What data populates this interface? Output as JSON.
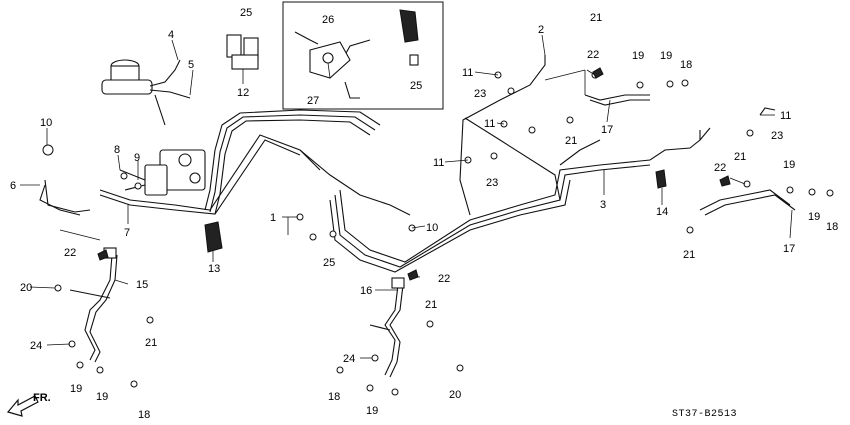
{
  "diagram": {
    "drawing_code": "ST37-B2513",
    "direction_label": "FR.",
    "callouts": [
      "1",
      "2",
      "3",
      "4",
      "5",
      "6",
      "7",
      "8",
      "9",
      "10",
      "10",
      "11",
      "11",
      "11",
      "11",
      "12",
      "13",
      "14",
      "15",
      "16",
      "17",
      "17",
      "18",
      "18",
      "18",
      "18",
      "19",
      "19",
      "19",
      "19",
      "19",
      "19",
      "19",
      "20",
      "20",
      "21",
      "21",
      "21",
      "21",
      "21",
      "21",
      "22",
      "22",
      "22",
      "22",
      "23",
      "23",
      "23",
      "24",
      "24",
      "25",
      "25",
      "25",
      "26",
      "27"
    ]
  }
}
